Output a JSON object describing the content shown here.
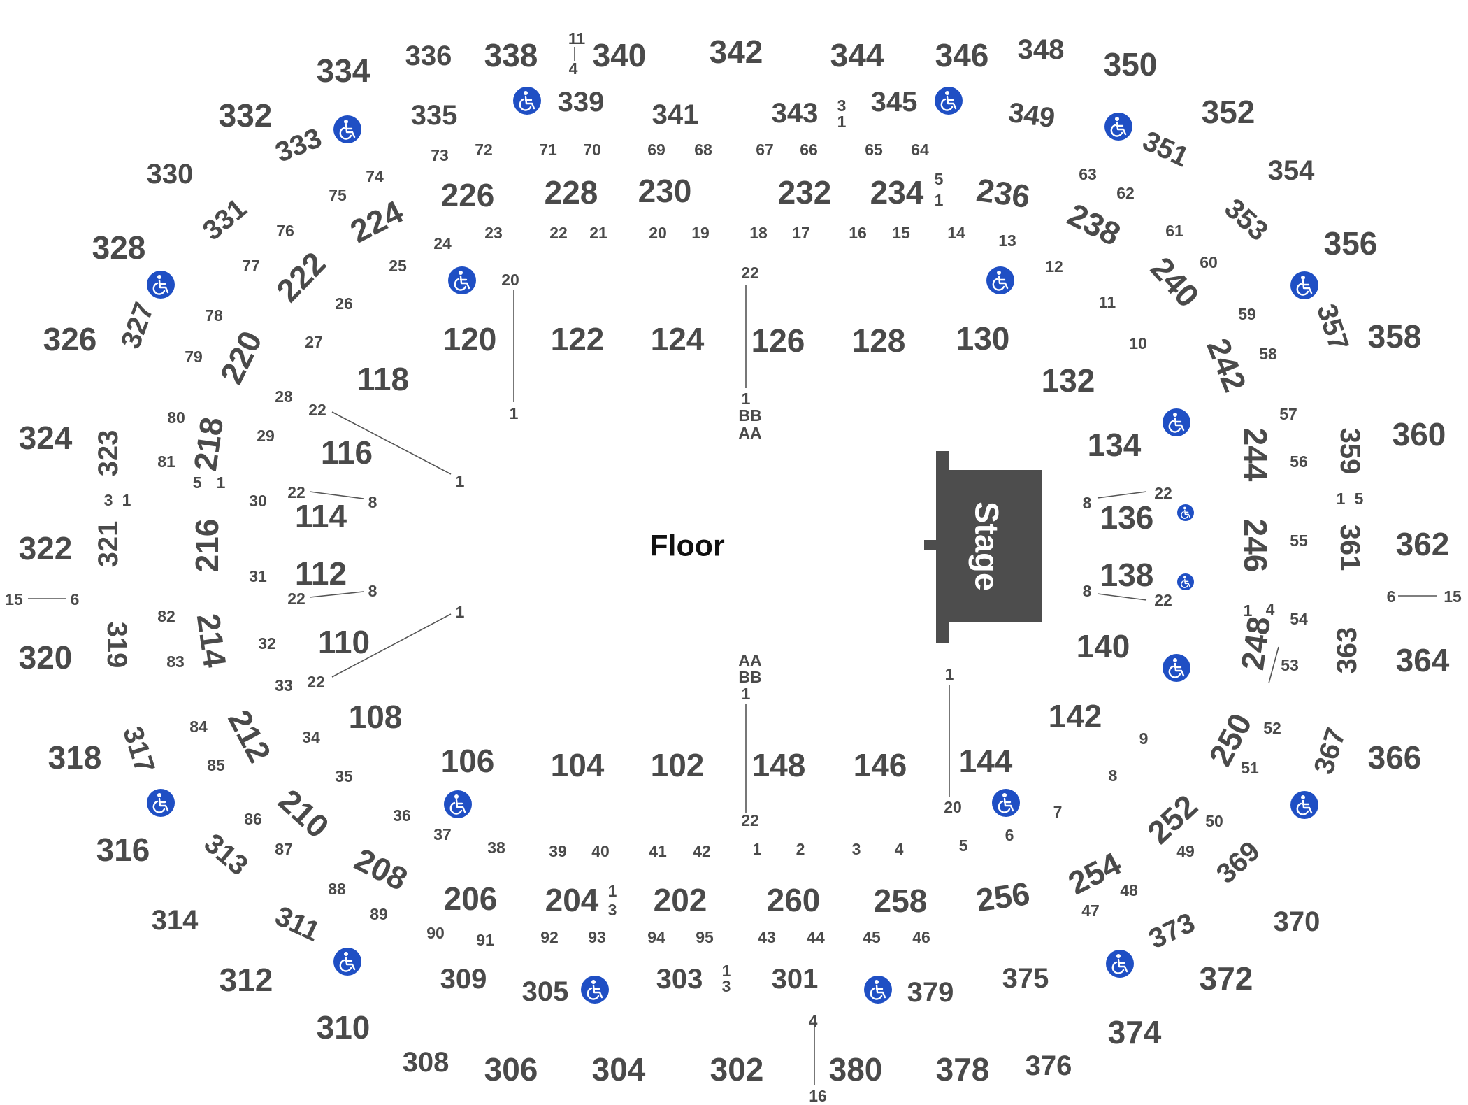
{
  "floor_label": "Floor",
  "stage_label": "Stage",
  "sections_300": [
    "334",
    "332",
    "330",
    "328",
    "326",
    "324",
    "322",
    "320",
    "318",
    "316",
    "314",
    "312",
    "310",
    "308",
    "306",
    "304",
    "302",
    "380",
    "378",
    "376",
    "374",
    "372",
    "370",
    "366",
    "364",
    "362",
    "360",
    "358",
    "356",
    "354",
    "352",
    "350",
    "348",
    "346",
    "344",
    "342",
    "340",
    "338",
    "336"
  ],
  "sections_300_inner": [
    "333",
    "331",
    "327",
    "323",
    "321",
    "319",
    "317",
    "313",
    "311",
    "335",
    "339",
    "341",
    "343",
    "345",
    "349",
    "351",
    "353",
    "357",
    "359",
    "361",
    "363",
    "367",
    "369",
    "373",
    "375",
    "379",
    "301",
    "303",
    "305",
    "309"
  ],
  "sections_200": [
    "226",
    "228",
    "230",
    "232",
    "234",
    "236",
    "238",
    "240",
    "242",
    "244",
    "246",
    "248",
    "250",
    "252",
    "254",
    "256",
    "258",
    "260",
    "202",
    "204",
    "206",
    "208",
    "210",
    "212",
    "214",
    "216",
    "218",
    "220",
    "222",
    "224"
  ],
  "sections_100": [
    "120",
    "122",
    "124",
    "126",
    "128",
    "130",
    "132",
    "134",
    "136",
    "138",
    "140",
    "142",
    "144",
    "146",
    "148",
    "102",
    "104",
    "106",
    "108",
    "110",
    "112",
    "114",
    "116",
    "118"
  ],
  "aisles_top": [
    "73",
    "72",
    "71",
    "70",
    "69",
    "68",
    "67",
    "66",
    "65",
    "64",
    "74",
    "75",
    "76",
    "77",
    "78",
    "79",
    "63",
    "62",
    "61",
    "60",
    "59",
    "58",
    "57"
  ],
  "aisles_mid": [
    "24",
    "23",
    "22",
    "21",
    "20",
    "19",
    "18",
    "17",
    "16",
    "15",
    "14",
    "13",
    "12",
    "11",
    "10",
    "25",
    "26",
    "27",
    "28",
    "29",
    "30",
    "31",
    "32",
    "33",
    "34",
    "35",
    "36",
    "37",
    "38"
  ],
  "aisles_bottom": [
    "39",
    "40",
    "41",
    "42",
    "1",
    "2",
    "3",
    "4",
    "5",
    "6",
    "7",
    "8",
    "9",
    "43",
    "44",
    "45",
    "46",
    "47",
    "48",
    "49",
    "50",
    "51",
    "52",
    "53",
    "54",
    "55",
    "56",
    "80",
    "81",
    "82",
    "83",
    "84",
    "85",
    "86",
    "87",
    "88",
    "89",
    "90",
    "91",
    "92",
    "93",
    "94",
    "95"
  ],
  "row_markers": [
    "11",
    "4",
    "3",
    "1",
    "5",
    "1",
    "3",
    "1",
    "5",
    "1",
    "1",
    "5",
    "1",
    "3",
    "1",
    "3",
    "1",
    "4",
    "15",
    "6",
    "6",
    "15",
    "4",
    "16",
    "20",
    "1",
    "22",
    "1",
    "BB",
    "AA",
    "AA",
    "BB",
    "1",
    "22",
    "1",
    "20",
    "22",
    "1",
    "22",
    "8",
    "22",
    "8",
    "22",
    "1",
    "8",
    "22",
    "8",
    "22"
  ],
  "accessible_icon": "wheelchair-icon",
  "colors": {
    "stage": "#4d4d4d",
    "accessible": "#1f4fc4",
    "text": "#4a4a4a"
  }
}
